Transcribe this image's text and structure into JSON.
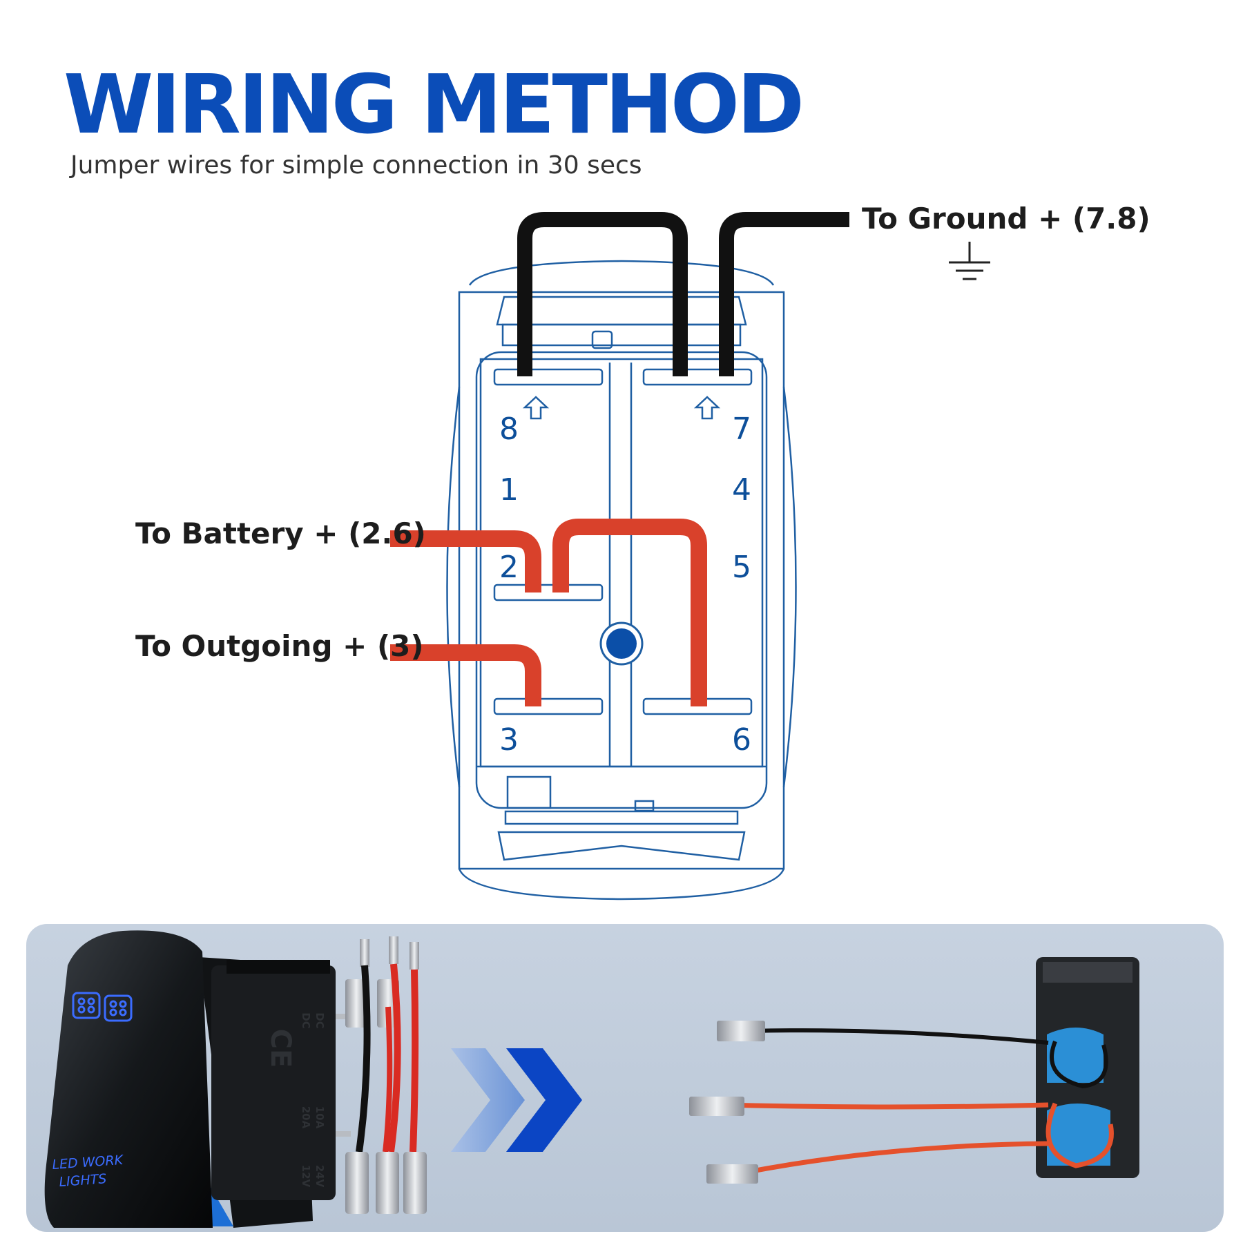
{
  "header": {
    "title": "WIRING METHOD",
    "subtitle": "Jumper wires for simple connection in 30 secs"
  },
  "labels": {
    "ground": "To Ground + (7.8)",
    "battery": "To Battery + (2.6)",
    "outgoing": "To Outgoing + (3)"
  },
  "pins": [
    "8",
    "7",
    "1",
    "4",
    "2",
    "5",
    "3",
    "6"
  ],
  "switch_face": {
    "text_line1": "LED WORK",
    "text_line2": "LIGHTS"
  },
  "switch_body": {
    "mark": "CE",
    "rating_1": "20A",
    "rating_2": "10A",
    "voltage_1": "12V",
    "voltage_2": "24V",
    "dc_1": "DC",
    "dc_2": "DC"
  },
  "colors": {
    "title_blue": "#0b4db8",
    "outline_blue": "#1f5fa3",
    "wire_black": "#111111",
    "wire_red": "#d9412b",
    "panel": "#c2cedd"
  }
}
